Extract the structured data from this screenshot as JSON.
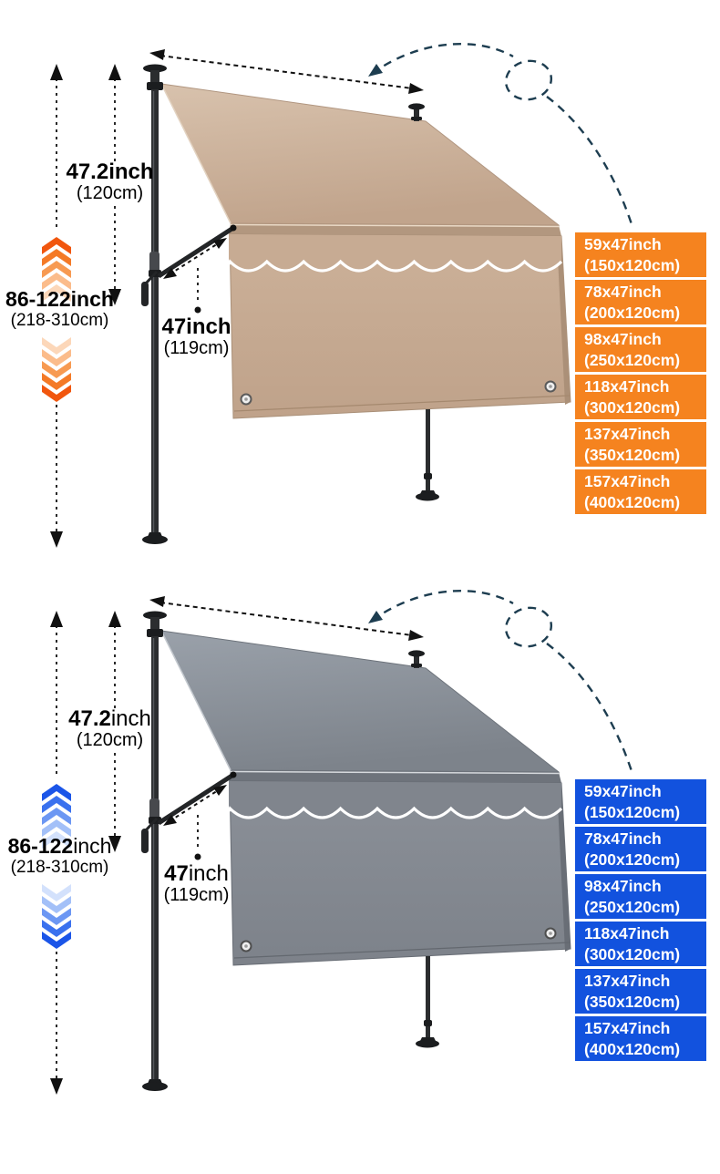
{
  "figure_top": {
    "variant": "beige-awning",
    "accent_color": "#f5831f",
    "fabric_color": "#c9ad96",
    "labels": {
      "front_height": {
        "value": "47.2",
        "unit": "inch",
        "metric": "(120cm)"
      },
      "pole_height_range": {
        "value": "86-122",
        "unit": "inch",
        "metric": "(218-310cm)"
      },
      "projection": {
        "value": "47",
        "unit": "inch",
        "metric": "(119cm)"
      }
    },
    "size_options": [
      {
        "imperial": "59x47inch",
        "metric": "(150x120cm)"
      },
      {
        "imperial": "78x47inch",
        "metric": "(200x120cm)"
      },
      {
        "imperial": "98x47inch",
        "metric": "(250x120cm)"
      },
      {
        "imperial": "118x47inch",
        "metric": "(300x120cm)"
      },
      {
        "imperial": "137x47inch",
        "metric": "(350x120cm)"
      },
      {
        "imperial": "157x47inch",
        "metric": "(400x120cm)"
      }
    ]
  },
  "figure_bottom": {
    "variant": "gray-awning",
    "accent_color": "#1252de",
    "fabric_color": "#878c94",
    "labels": {
      "front_height": {
        "value": "47.2",
        "unit": "inch",
        "metric": "(120cm)"
      },
      "pole_height_range": {
        "value": "86-122",
        "unit": "inch",
        "metric": "(218-310cm)"
      },
      "projection": {
        "value": "47",
        "unit": "inch",
        "metric": "(119cm)"
      }
    },
    "size_options": [
      {
        "imperial": "59x47inch",
        "metric": "(150x120cm)"
      },
      {
        "imperial": "78x47inch",
        "metric": "(200x120cm)"
      },
      {
        "imperial": "98x47inch",
        "metric": "(250x120cm)"
      },
      {
        "imperial": "118x47inch",
        "metric": "(300x120cm)"
      },
      {
        "imperial": "137x47inch",
        "metric": "(350x120cm)"
      },
      {
        "imperial": "157x47inch",
        "metric": "(400x120cm)"
      }
    ]
  }
}
